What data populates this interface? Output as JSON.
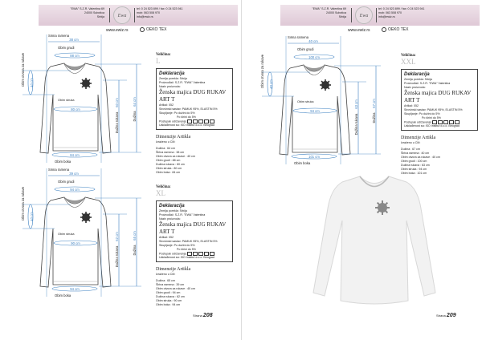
{
  "header": {
    "address": [
      "\"EWA\" S.Z.R. Valentina 69",
      "24000 Subotica",
      "Srbija"
    ],
    "contact": [
      "tel: 0 24 523 899 / fax: 0 24 523 941",
      "mob: 063 508 970",
      "info@ewiz.rs"
    ],
    "logo": "Ewa",
    "website": "www.ewiz.rs",
    "cert": "OEKO TEX"
  },
  "labels": {
    "size": "Veličina:",
    "declaration": "Deklaracija",
    "country": "Zemlja porekla: Srbija",
    "maker": "Proizvođač: S.Z.R. \"EWA\" Valentina",
    "product_label": "Naziv proizvoda:",
    "product": "Ženska majica DUG RUKAV ART T",
    "article": "Artikal: 052",
    "material": "Sirovinski sastav: PAMUK 95%, ELASTIN 5%",
    "shrink1": "Skupljanje: Po dužini do 5%",
    "shrink2": "Po širini do 5%",
    "care": "Postupak održavanja:",
    "conformity": "Usklađenost sa: ISO Institut d.o.o. Beograd",
    "dims_title": "Dimenzije Artikla",
    "dims_unit": "Izraženo u CM:",
    "shoulder": "Širina ramena",
    "chest": "Obim grudi",
    "armhole": "Obim otvora za rukave",
    "waist": "Obim struka",
    "hip": "Obim boka",
    "sleeve": "Dužina rukava",
    "length": "Dužina"
  },
  "products": [
    {
      "size": "L",
      "shoulder": "38 cm",
      "chest": "88 cm",
      "armhole": "40 cm",
      "waist": "80 cm",
      "hip": "84 cm",
      "sleeve": "60 cm",
      "length": "64 cm",
      "rows": [
        "Dužina : 64 cm",
        "Širina ramena : 38 cm",
        "Obim otvora za rukave : 40 cm",
        "Obim grudi : 88 cm",
        "Dužina rukava : 60 cm",
        "Obim struka : 80 cm",
        "Obim boka : 84 cm"
      ]
    },
    {
      "size": "XL",
      "shoulder": "39 cm",
      "chest": "94 cm",
      "armhole": "40 cm",
      "waist": "90 cm",
      "hip": "94 cm",
      "sleeve": "62 cm",
      "length": "65 cm",
      "rows": [
        "Dužina : 65 cm",
        "Širina ramena : 39 cm",
        "Obim otvora za rukave : 40 cm",
        "Obim grudi : 94 cm",
        "Dužina rukava : 62 cm",
        "Obim struka : 90 cm",
        "Obim boka : 94 cm"
      ]
    },
    {
      "size": "XXL",
      "shoulder": "40 cm",
      "chest": "100 cm",
      "armhole": "40 cm",
      "waist": "94 cm",
      "hip": "101 cm",
      "sleeve": "63 cm",
      "length": "67 cm",
      "rows": [
        "Dužina : 67 cm",
        "Širina ramena : 40 cm",
        "Obim otvora za rukave : 40 cm",
        "Obim grudi : 100 cm",
        "Dužina rukava : 63 cm",
        "Obim struka : 94 cm",
        "Obim boka : 101 cm"
      ]
    }
  ],
  "pages": [
    {
      "prefix": "Strana",
      "number": "208"
    },
    {
      "prefix": "Strana",
      "number": "209"
    }
  ],
  "colors": {
    "dimension": "#3a7fc0",
    "header": "#e6d4de"
  }
}
